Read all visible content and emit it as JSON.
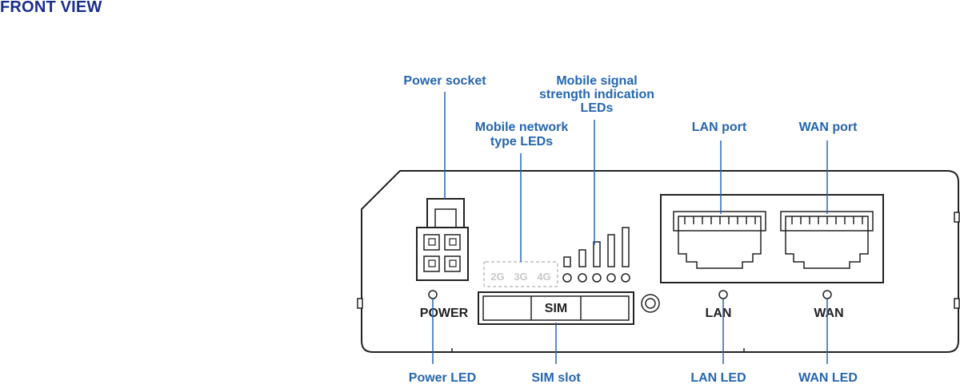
{
  "heading": "FRONT VIEW",
  "callouts": {
    "power_socket": "Power socket",
    "signal_leds_line1": "Mobile signal",
    "signal_leds_line2": "strength indication",
    "signal_leds_line3": "LEDs",
    "network_leds_line1": "Mobile network",
    "network_leds_line2": "type LEDs",
    "lan_port": "LAN port",
    "wan_port": "WAN port",
    "power_led": "Power LED",
    "sim_slot": "SIM slot",
    "lan_led": "LAN LED",
    "wan_led": "WAN LED"
  },
  "panel_labels": {
    "power": "POWER",
    "sim": "SIM",
    "lan": "LAN",
    "wan": "WAN",
    "led_2g": "2G",
    "led_3g": "3G",
    "led_4g": "4G"
  },
  "colors": {
    "heading": "#1a2e8c",
    "callout": "#2566b0",
    "outline": "#222222",
    "led_label": "#c8c8c8"
  }
}
